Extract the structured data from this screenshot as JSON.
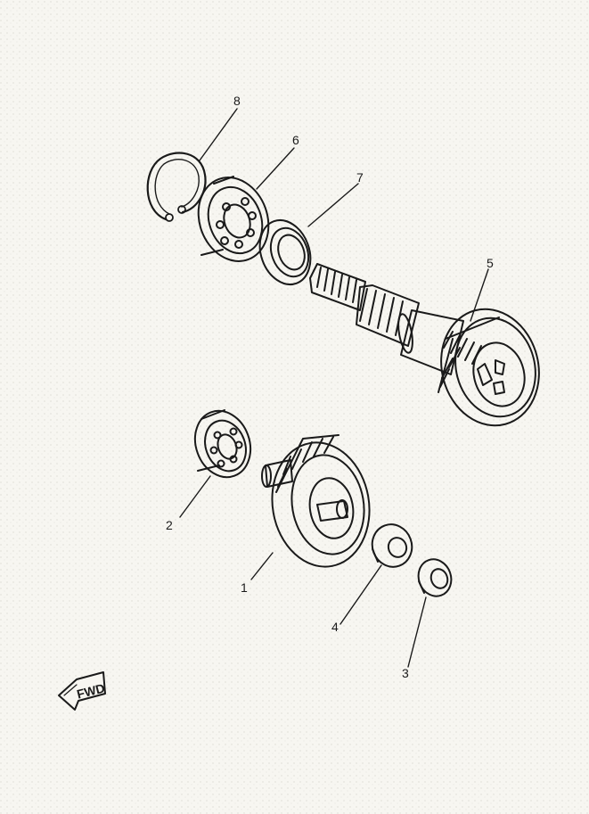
{
  "diagram": {
    "callouts": [
      {
        "id": "1",
        "text": "1"
      },
      {
        "id": "2",
        "text": "2"
      },
      {
        "id": "3",
        "text": "3"
      },
      {
        "id": "4",
        "text": "4"
      },
      {
        "id": "5",
        "text": "5"
      },
      {
        "id": "6",
        "text": "6"
      },
      {
        "id": "7",
        "text": "7"
      },
      {
        "id": "8",
        "text": "8"
      }
    ],
    "fwd_badge": "FWD"
  },
  "colors": {
    "ink": "#1a1a1a",
    "paper": "#f7f6f1"
  }
}
